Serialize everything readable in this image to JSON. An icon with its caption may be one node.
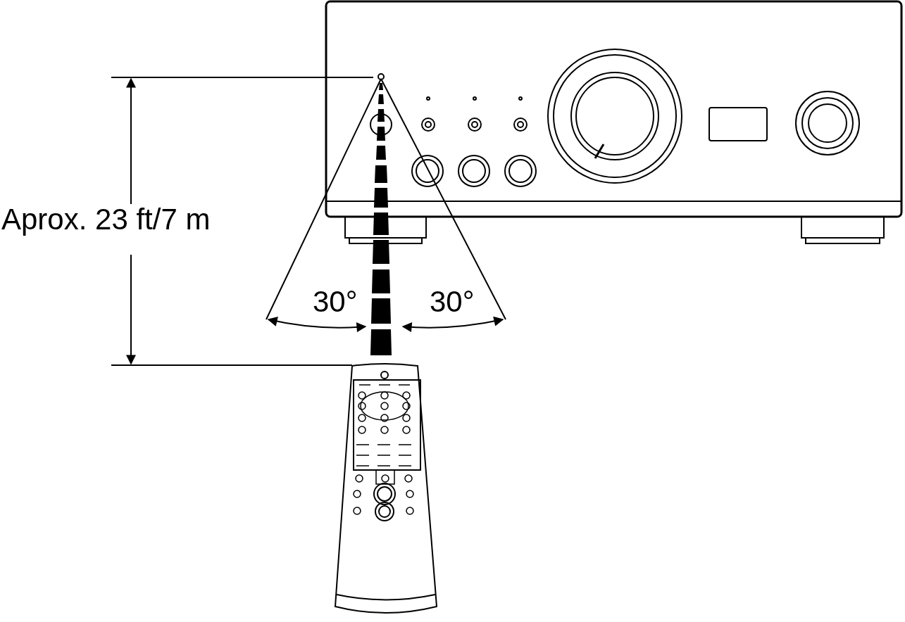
{
  "diagram": {
    "labels": [
      "Aprox. 23 ft/7 m",
      "30°",
      "30°"
    ]
  }
}
